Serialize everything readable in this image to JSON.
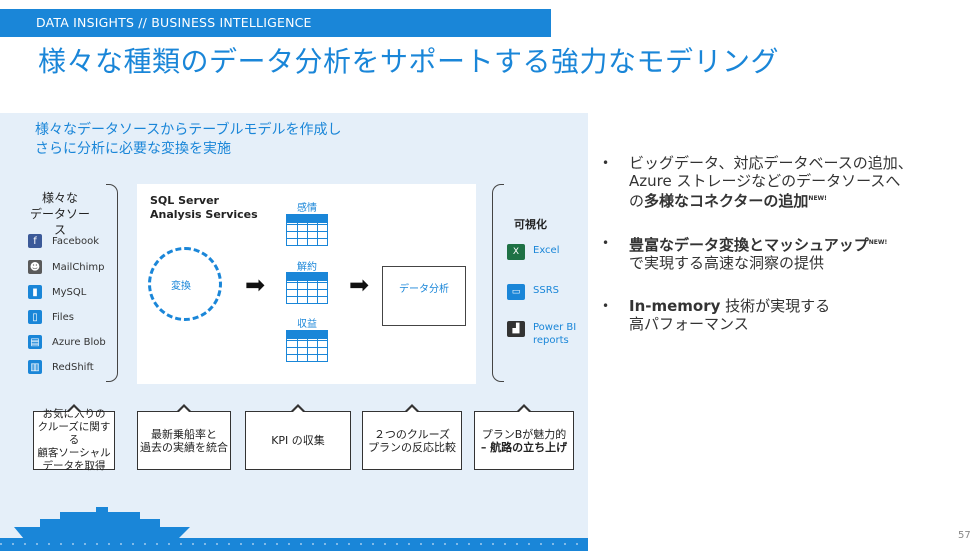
{
  "header": {
    "label": "DATA INSIGHTS // BUSINESS INTELLIGENCE"
  },
  "title": "様々な種類のデータ分析をサポートする強力なモデリング",
  "intro": {
    "line1": "様々なデータソースからテーブルモデルを作成し",
    "line2": "さらに分析に必要な変換を実施"
  },
  "sources": {
    "title_line1": "様々な",
    "title_line2": "データソース",
    "items": [
      {
        "label": "Facebook",
        "icon": "facebook-icon",
        "color": "#3b5998",
        "glyph": "f"
      },
      {
        "label": "MailChimp",
        "icon": "mailchimp-icon",
        "color": "#5a5a5a",
        "glyph": "☻"
      },
      {
        "label": "MySQL",
        "icon": "database-icon",
        "color": "#1a86d8",
        "glyph": "▮"
      },
      {
        "label": "Files",
        "icon": "file-icon",
        "color": "#1a86d8",
        "glyph": "▯"
      },
      {
        "label": "Azure Blob",
        "icon": "azure-blob-icon",
        "color": "#1a86d8",
        "glyph": "▤"
      },
      {
        "label": "RedShift",
        "icon": "redshift-icon",
        "color": "#1a86d8",
        "glyph": "▥"
      }
    ]
  },
  "ssas": {
    "line1": "SQL Server",
    "line2": "Analysis Services"
  },
  "transform": {
    "label": "変換"
  },
  "tables": [
    {
      "label": "感情"
    },
    {
      "label": "解約"
    },
    {
      "label": "収益"
    }
  ],
  "analysis": {
    "label": "データ分析"
  },
  "visualization": {
    "title": "可視化",
    "items": [
      {
        "label": "Excel",
        "icon": "excel-icon",
        "color": "#1e7145",
        "glyph": "X"
      },
      {
        "label": "SSRS",
        "icon": "ssrs-icon",
        "color": "#1a86d8",
        "glyph": "▭"
      },
      {
        "label_line1": "Power BI",
        "label_line2": "reports",
        "icon": "powerbi-icon",
        "color": "#333333",
        "glyph": "▟"
      }
    ]
  },
  "bubbles": [
    {
      "line1": "お気に入りの",
      "line2": "クルーズに関する",
      "line3": "顧客ソーシャル",
      "line4": "データを取得"
    },
    {
      "line1": "最新乗船率と",
      "line2": "過去の実績を統合"
    },
    {
      "line1": "KPI の収集"
    },
    {
      "line1": "２つのクルーズ",
      "line2": "プランの反応比較"
    },
    {
      "line1": "プランBが魅力的",
      "line2": "– 航路の立ち上げ"
    }
  ],
  "bullets": [
    {
      "line1": "ビッグデータ、対応データベースの追加、",
      "line2": "Azure ストレージなどのデータソースへ",
      "line3a": "の",
      "line3b": "多様なコネクターの追加",
      "badge": "NEW!"
    },
    {
      "line1b": "豊富なデータ変換とマッシュアップ",
      "badge": "NEW!",
      "line2": "で実現する高速な洞察の提供"
    },
    {
      "line1b": "In-memory",
      "line1": " 技術が実現する",
      "line2": "高パフォーマンス"
    }
  ],
  "bullet_symbol": "•",
  "page_number": "57",
  "colors": {
    "accent": "#1a86d8",
    "panel": "#e5eff9"
  }
}
